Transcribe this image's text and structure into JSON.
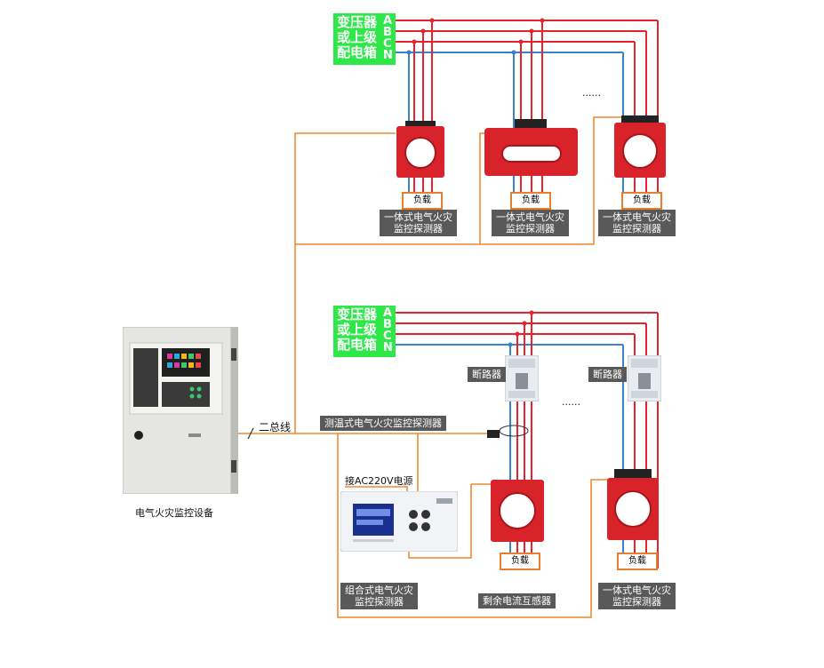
{
  "sources": [
    {
      "line1": "变压器",
      "line2": "或上级",
      "line3": "配电箱",
      "phases": [
        "A",
        "B",
        "C",
        "N"
      ]
    },
    {
      "line1": "变压器",
      "line2": "或上级",
      "line3": "配电箱",
      "phases": [
        "A",
        "B",
        "C",
        "N"
      ]
    }
  ],
  "ellipsis_top": "......",
  "ellipsis_bottom": "......",
  "load_label": "负载",
  "integrated_detector": {
    "line1": "一体式电气火灾",
    "line2": "监控探测器"
  },
  "breaker_label": "断路器",
  "bus_label": "二总线",
  "temp_detector_label": "测温式电气火灾监控探测器",
  "power_label": "接AC220V电源",
  "combined_detector": {
    "line1": "组合式电气火灾",
    "line2": "监控探测器"
  },
  "residual_ct_label": "剩余电流互感器",
  "monitor_device_label": "电气火灾监控设备",
  "colors": {
    "phase": "#e8232c",
    "neutral": "#3b83c7",
    "bus": "#f08a32",
    "source": "#2ee84a",
    "ct_body": "#d9232b"
  }
}
